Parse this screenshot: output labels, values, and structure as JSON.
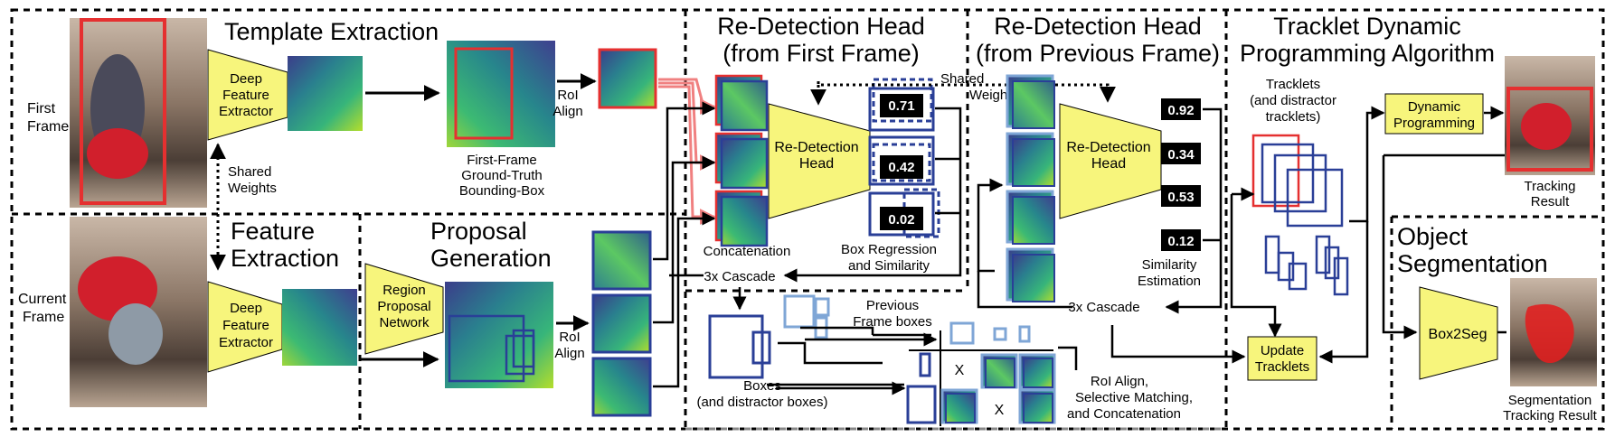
{
  "sections": {
    "template_extraction": "Template Extraction",
    "feature_extraction_1": "Feature",
    "feature_extraction_2": "Extraction",
    "proposal_generation_1": "Proposal",
    "proposal_generation_2": "Generation",
    "redetect_first_1": "Re-Detection Head",
    "redetect_first_2": "(from First Frame)",
    "redetect_prev_1": "Re-Detection Head",
    "redetect_prev_2": "(from Previous Frame)",
    "tdpa_1": "Tracklet Dynamic",
    "tdpa_2": "Programming Algorithm",
    "objseg_1": "Object",
    "objseg_2": "Segmentation"
  },
  "labels": {
    "first_frame_1": "First",
    "first_frame_2": "Frame",
    "current_frame_1": "Current",
    "current_frame_2": "Frame",
    "dfe_1": "Deep",
    "dfe_2": "Feature",
    "dfe_3": "Extractor",
    "shared_weights_1": "Shared",
    "shared_weights_2": "Weights",
    "gt_1": "First-Frame",
    "gt_2": "Ground-Truth",
    "gt_3": "Bounding-Box",
    "roi_1": "RoI",
    "roi_2": "Align",
    "rpn_1": "Region",
    "rpn_2": "Proposal",
    "rpn_3": "Network",
    "concat": "Concatenation",
    "rdh_1": "Re-Detection",
    "rdh_2": "Head",
    "boxreg_1": "Box Regression",
    "boxreg_2": "and Similarity",
    "cascade": "3x Cascade",
    "prev_boxes_1": "Previous",
    "prev_boxes_2": "Frame boxes",
    "boxes_1": "Boxes",
    "boxes_2": "(and distractor boxes)",
    "x_mark": "X",
    "roi_sel_1": "RoI Align,",
    "roi_sel_2": "Selective Matching,",
    "roi_sel_3": "and Concatenation",
    "sim_est_1": "Similarity",
    "sim_est_2": "Estimation",
    "tracklets_1": "Tracklets",
    "tracklets_2": "(and distractor",
    "tracklets_3": "tracklets)",
    "dp_1": "Dynamic",
    "dp_2": "Programming",
    "update_1": "Update",
    "update_2": "Tracklets",
    "tracking_1": "Tracking",
    "tracking_2": "Result",
    "box2seg": "Box2Seg",
    "segres_1": "Segmentation",
    "segres_2": "Tracking Result"
  },
  "scores_first": [
    "0.71",
    "0.42",
    "0.02"
  ],
  "scores_prev": [
    "0.92",
    "0.34",
    "0.53",
    "0.12"
  ],
  "colors": {
    "yellow": "#f7f57c",
    "navy": "#2a3f97",
    "light_blue": "#7fa6d6",
    "red": "#e53030",
    "pink": "#f08080"
  }
}
